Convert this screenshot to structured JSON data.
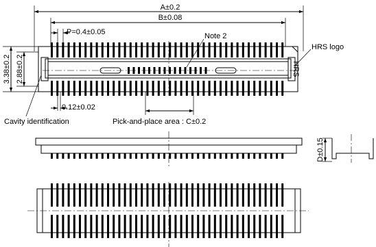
{
  "dimensions": {
    "a": "A±0.2",
    "b": "B±0.08",
    "pitch": "P=0.4±0.05",
    "height_outer": "3.38±0.2",
    "height_inner": "2.88±0.2",
    "pin_width": "0.12±0.02",
    "depth": "D±0.15"
  },
  "callouts": {
    "note": "Note 2",
    "logo": "HRS logo",
    "cavity": "Cavity identification",
    "pick_place": "Pick-and-place area : C±0.2",
    "logo_mark": "HRS"
  }
}
